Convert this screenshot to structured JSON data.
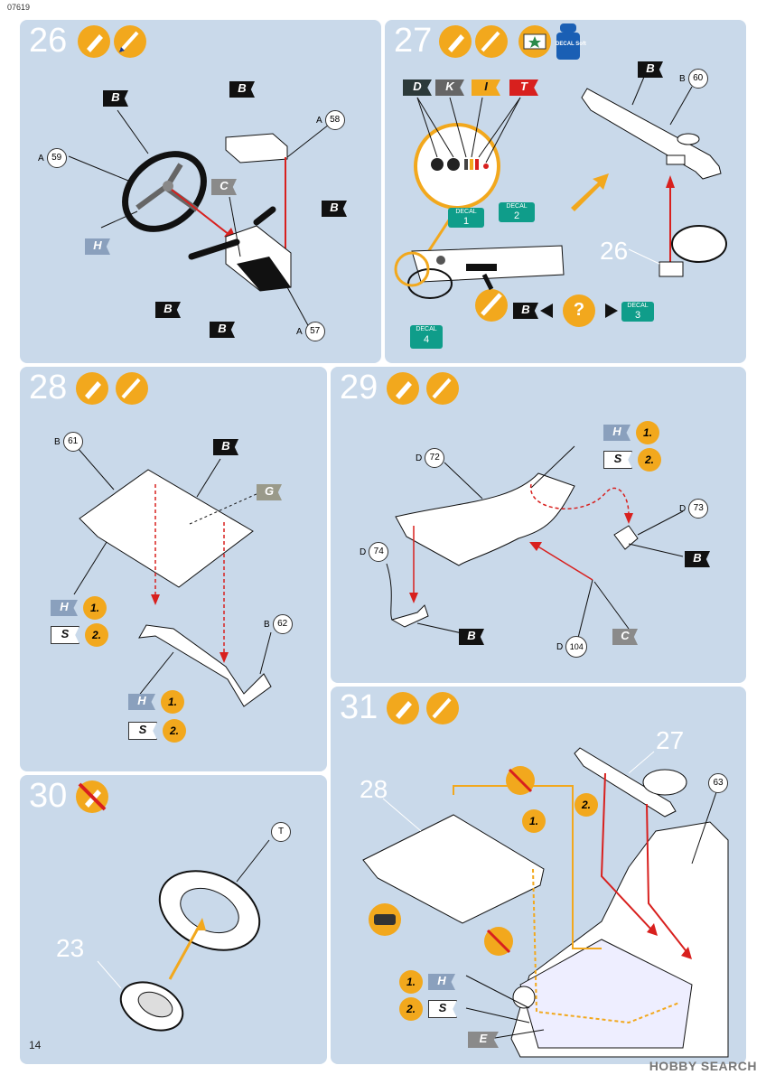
{
  "page": {
    "code": "07619",
    "number": "14",
    "watermark": "HOBBY SEARCH"
  },
  "steps": {
    "s26": {
      "number": "26",
      "callouts": {
        "a59": "A",
        "n59": "59",
        "a58": "A",
        "n58": "58",
        "a57": "A",
        "n57": "57"
      }
    },
    "s27": {
      "number": "27",
      "colors": [
        "D",
        "K",
        "I",
        "T"
      ],
      "b60": "B",
      "n60": "60",
      "ref26": "26",
      "decals": {
        "d1": "1",
        "d2": "2",
        "d3": "3",
        "d4": "4",
        "label": "DECAL"
      },
      "set": "DECAL Soft",
      "question": "?"
    },
    "s28": {
      "number": "28",
      "b61": "B",
      "n61": "61",
      "b62": "B",
      "n62": "62",
      "o1": "1.",
      "o2": "2."
    },
    "s29": {
      "number": "29",
      "d72": "D",
      "n72": "72",
      "d73": "D",
      "n73": "73",
      "d74": "D",
      "n74": "74",
      "d104": "D",
      "n104": "104",
      "o1": "1.",
      "o2": "2."
    },
    "s30": {
      "number": "30",
      "t": "T",
      "ref23": "23"
    },
    "s31": {
      "number": "31",
      "ref27": "27",
      "ref28": "28",
      "n63": "63",
      "o1": "1.",
      "o2": "2."
    }
  },
  "flags": {
    "B": "B",
    "C": "C",
    "H": "H",
    "G": "G",
    "S": "S",
    "E": "E"
  },
  "colors": {
    "panel": "#c9d9ea",
    "orange": "#f2a81d",
    "red": "#d8201e",
    "flag_black": "#111111",
    "flag_grey": "#8a8a8a"
  }
}
